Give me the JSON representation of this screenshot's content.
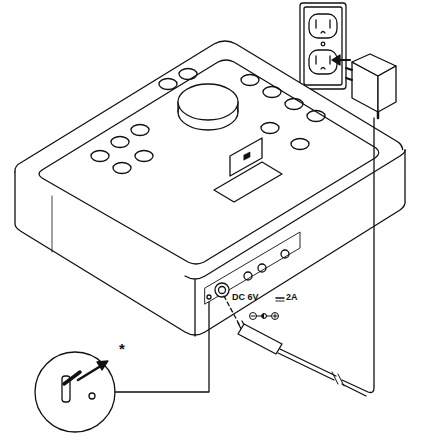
{
  "diagram": {
    "labels": [
      "DC 6V",
      "2A",
      "*"
    ]
  }
}
